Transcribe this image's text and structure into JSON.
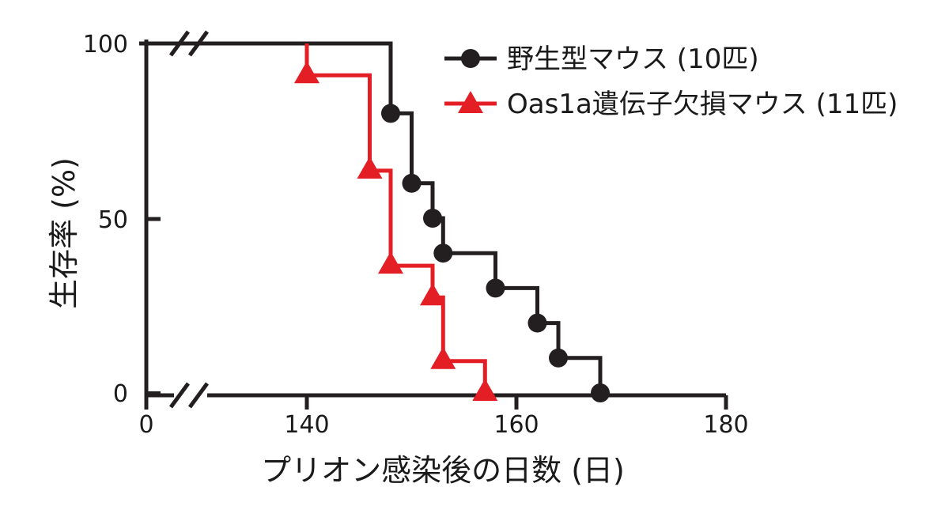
{
  "chart_data": {
    "type": "line",
    "subtype": "kaplan-meier step survival curve",
    "title": "",
    "xlabel": "プリオン感染後の日数 (日)",
    "ylabel": "生存率 (%)",
    "x_axis": {
      "ticks": [
        0,
        140,
        160,
        180
      ],
      "tick_labels": [
        "0",
        "140",
        "160",
        "180"
      ],
      "broken_between": [
        0,
        140
      ],
      "display_range": [
        124,
        180
      ]
    },
    "y_axis": {
      "ticks": [
        0,
        50,
        100
      ],
      "tick_labels": [
        "0",
        "50",
        "100"
      ],
      "range": [
        0,
        100
      ]
    },
    "grid": false,
    "legend_position": "top-right",
    "series": [
      {
        "name": "野生型マウス (10匹)",
        "color": "#231f20",
        "marker": "circle",
        "steps": [
          {
            "x": 124,
            "y": 100
          },
          {
            "x": 148,
            "y": 100
          },
          {
            "x": 148,
            "y": 80
          },
          {
            "x": 150,
            "y": 80
          },
          {
            "x": 150,
            "y": 60
          },
          {
            "x": 152,
            "y": 60
          },
          {
            "x": 152,
            "y": 50
          },
          {
            "x": 153,
            "y": 50
          },
          {
            "x": 153,
            "y": 40
          },
          {
            "x": 158,
            "y": 40
          },
          {
            "x": 158,
            "y": 30
          },
          {
            "x": 162,
            "y": 30
          },
          {
            "x": 162,
            "y": 20
          },
          {
            "x": 164,
            "y": 20
          },
          {
            "x": 164,
            "y": 10
          },
          {
            "x": 168,
            "y": 10
          },
          {
            "x": 168,
            "y": 0
          }
        ],
        "markers": [
          {
            "x": 148,
            "y": 80
          },
          {
            "x": 150,
            "y": 60
          },
          {
            "x": 152,
            "y": 50
          },
          {
            "x": 153,
            "y": 40
          },
          {
            "x": 158,
            "y": 30
          },
          {
            "x": 162,
            "y": 20
          },
          {
            "x": 164,
            "y": 10
          },
          {
            "x": 168,
            "y": 0
          }
        ]
      },
      {
        "name": "Oas1a遺伝子欠損マウス (11匹)",
        "color": "#e31e24",
        "marker": "triangle",
        "steps": [
          {
            "x": 140,
            "y": 100
          },
          {
            "x": 140,
            "y": 90.9
          },
          {
            "x": 146,
            "y": 90.9
          },
          {
            "x": 146,
            "y": 63.6
          },
          {
            "x": 148,
            "y": 63.6
          },
          {
            "x": 148,
            "y": 36.4
          },
          {
            "x": 152,
            "y": 36.4
          },
          {
            "x": 152,
            "y": 27.3
          },
          {
            "x": 153,
            "y": 27.3
          },
          {
            "x": 153,
            "y": 9.1
          },
          {
            "x": 157,
            "y": 9.1
          },
          {
            "x": 157,
            "y": 0
          }
        ],
        "markers": [
          {
            "x": 140,
            "y": 90.9
          },
          {
            "x": 146,
            "y": 63.6
          },
          {
            "x": 148,
            "y": 36.4
          },
          {
            "x": 152,
            "y": 27.3
          },
          {
            "x": 153,
            "y": 9.1
          },
          {
            "x": 157,
            "y": 0
          }
        ]
      }
    ]
  }
}
